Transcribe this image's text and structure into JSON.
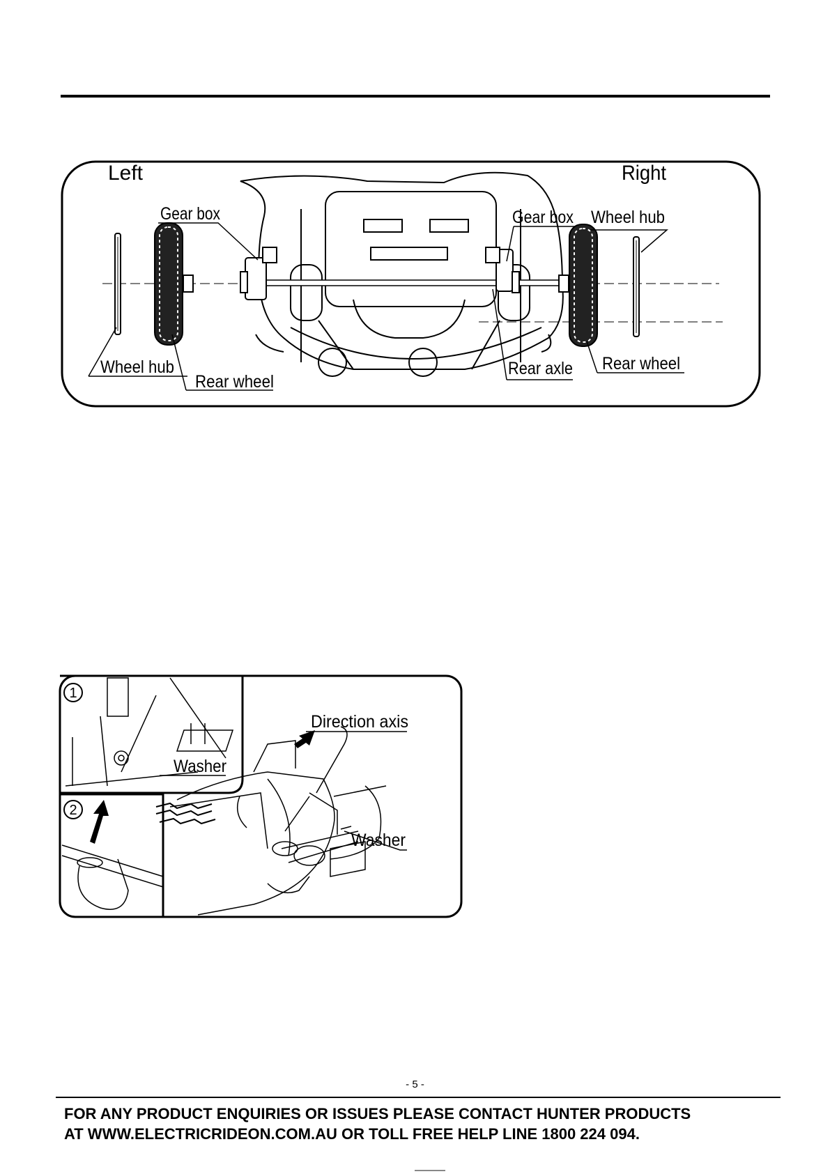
{
  "figure1": {
    "left_label": "Left",
    "right_label": "Right",
    "labels": {
      "gear_box_left": "Gear box",
      "gear_box_right": "Gear box",
      "wheel_hub_right": "Wheel hub",
      "wheel_hub_left": "Wheel hub",
      "rear_wheel_left": "Rear wheel",
      "rear_axle": "Rear axle",
      "rear_wheel_right": "Rear wheel"
    }
  },
  "figure2": {
    "step1": "1",
    "step2": "2",
    "direction_axis": "Direction axis",
    "washer_inset": "Washer",
    "washer_main": "Washer"
  },
  "page_number": "- 5 -",
  "footer": {
    "line1": "FOR ANY PRODUCT ENQUIRIES OR ISSUES PLEASE CONTACT HUNTER PRODUCTS",
    "line2": "AT WWW.ELECTRICRIDEON.COM.AU OR TOLL FREE HELP LINE 1800 224 094."
  }
}
